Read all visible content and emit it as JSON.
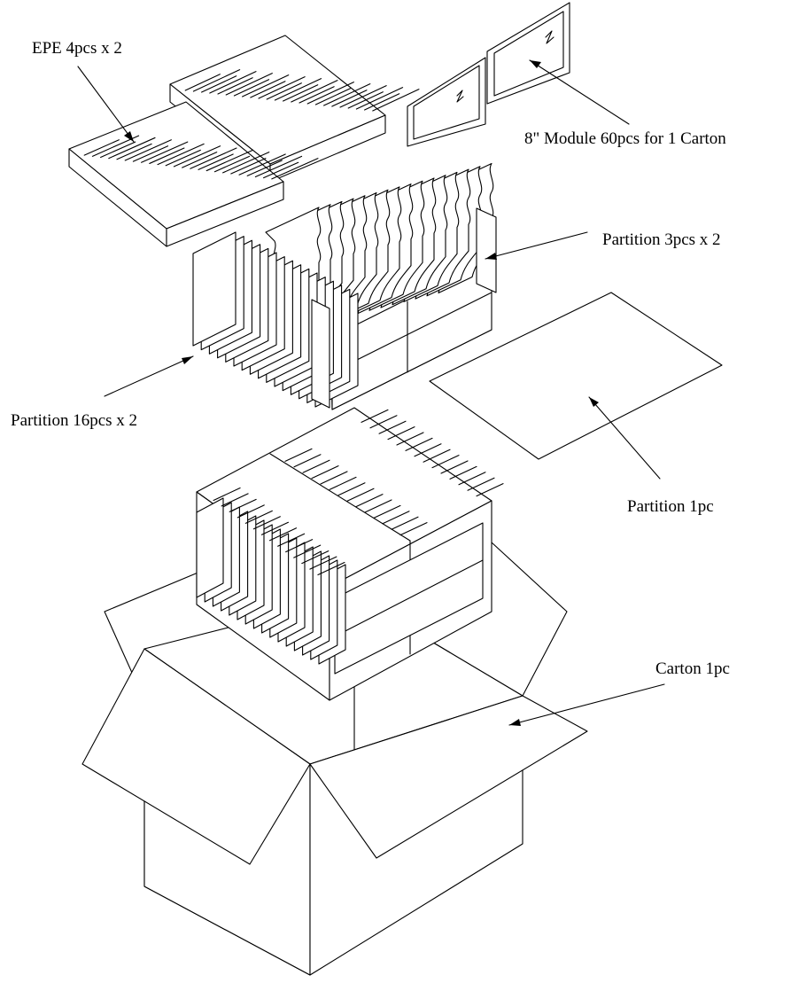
{
  "labels": {
    "epe": "EPE 4pcs x 2",
    "module": "8\" Module 60pcs for 1 Carton",
    "partition_3": "Partition 3pcs x 2",
    "partition_16": "Partition 16pcs x 2",
    "partition_1": "Partition 1pc",
    "carton": "Carton 1pc"
  }
}
